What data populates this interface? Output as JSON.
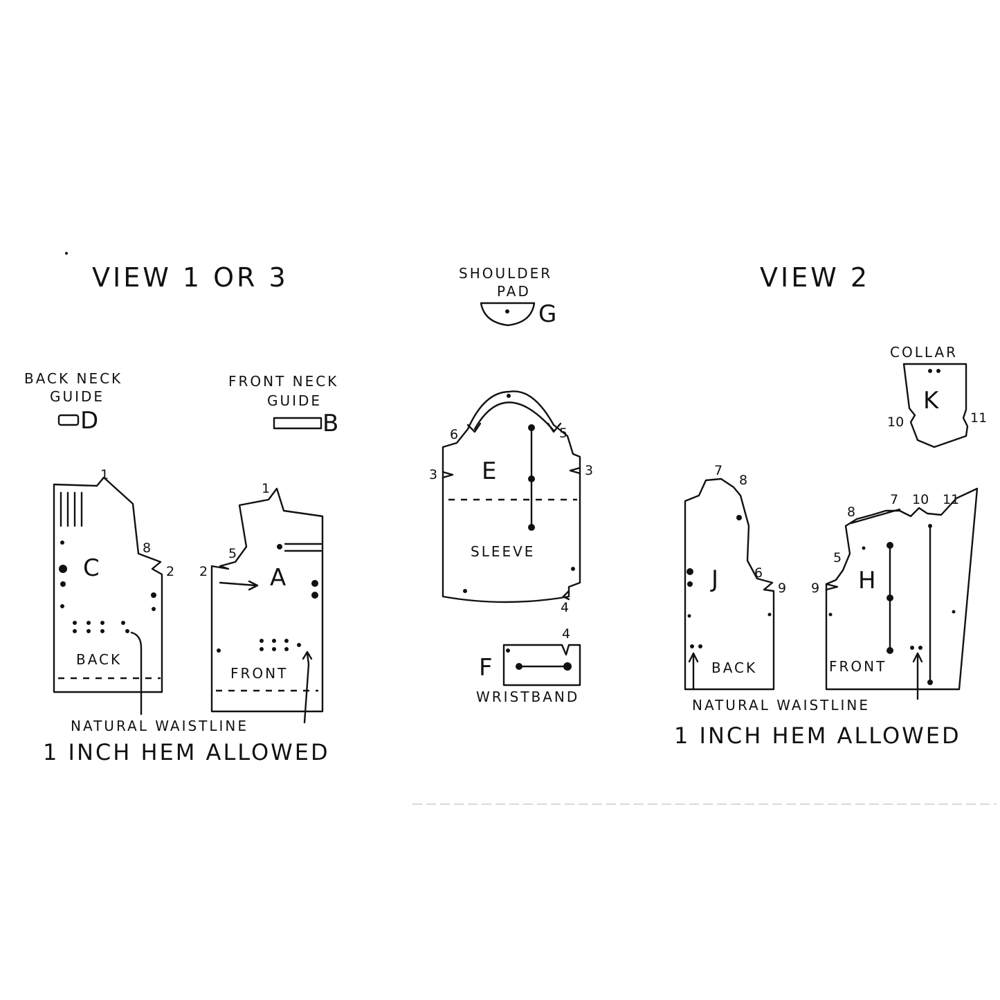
{
  "headings": {
    "view_1_or_3": "VIEW 1 OR 3",
    "view_2": "VIEW 2"
  },
  "shoulder_pad": {
    "line1": "SHOULDER",
    "line2": "PAD",
    "letter": "G"
  },
  "back_neck_guide": {
    "line1": "BACK NECK",
    "line2": "GUIDE",
    "letter": "D"
  },
  "front_neck_guide": {
    "line1": "FRONT NECK",
    "line2": "GUIDE",
    "letter": "B"
  },
  "view13": {
    "back": {
      "letter": "C",
      "name": "BACK",
      "notches": [
        "1",
        "8",
        "2"
      ]
    },
    "front": {
      "letter": "A",
      "name": "FRONT",
      "notches": [
        "1",
        "5",
        "2"
      ]
    },
    "waistline": "NATURAL WAISTLINE",
    "hem": "1 INCH HEM ALLOWED"
  },
  "sleeve": {
    "letter": "E",
    "name": "SLEEVE",
    "notches": [
      "6",
      "5",
      "3",
      "3",
      "4"
    ]
  },
  "wristband": {
    "letter": "F",
    "name": "WRISTBAND",
    "notch": "4"
  },
  "collar": {
    "name": "COLLAR",
    "letter": "K",
    "notches": [
      "10",
      "11"
    ]
  },
  "view2": {
    "back": {
      "letter": "J",
      "name": "BACK",
      "notches": [
        "7",
        "8",
        "6",
        "9"
      ]
    },
    "front": {
      "letter": "H",
      "name": "FRONT",
      "notches": [
        "8",
        "7",
        "10",
        "11",
        "5",
        "9"
      ]
    },
    "waistline": "NATURAL WAISTLINE",
    "hem": "1 INCH HEM ALLOWED"
  }
}
